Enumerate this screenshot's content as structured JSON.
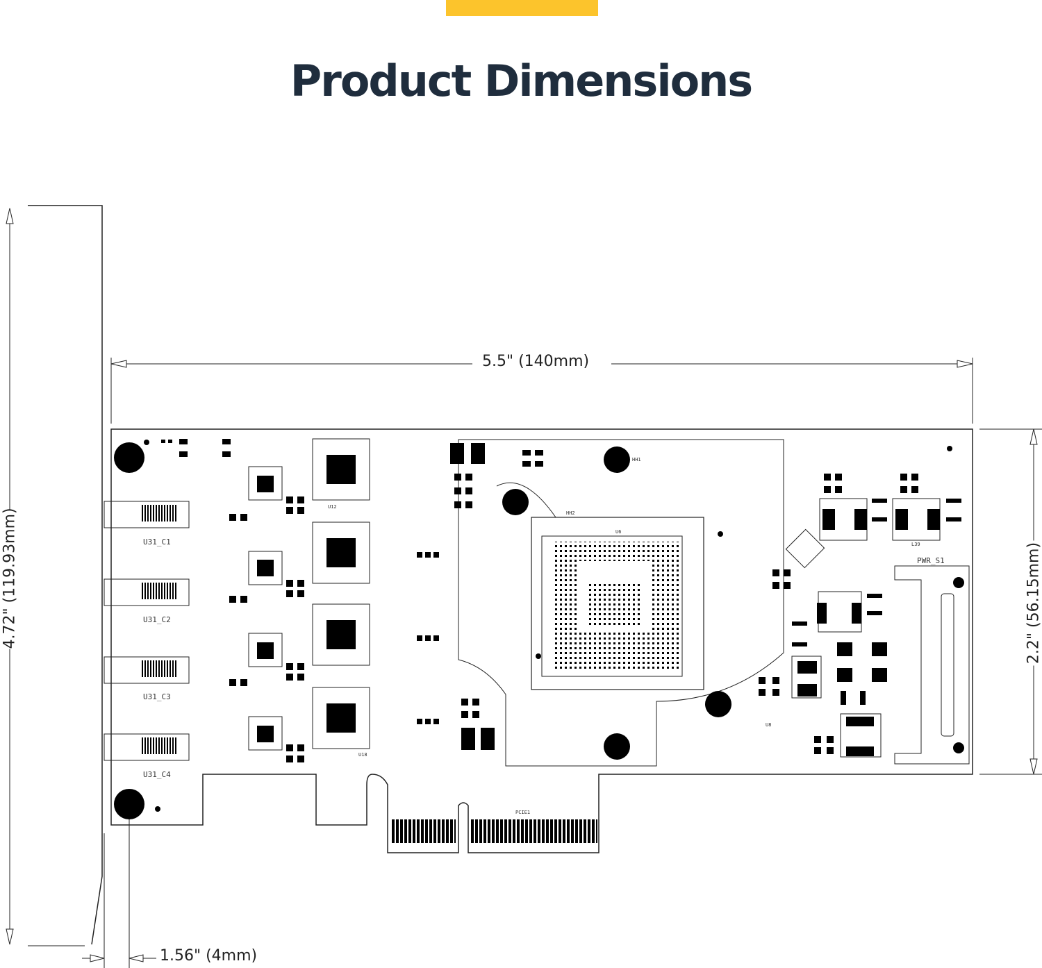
{
  "accent_color": "#fcc42c",
  "title": "Product Dimensions",
  "dimensions": {
    "width": "5.5\" (140mm)",
    "height_bracket": "4.72\" (119.93mm)",
    "height_board": "2.2\" (56.15mm)",
    "bracket_offset": "1.56\" (4mm)"
  },
  "board": {
    "ports": [
      "U31_C1",
      "U31_C2",
      "U31_C3",
      "U31_C4"
    ],
    "connector_label": "PWR_S1",
    "edge_label": "PCIE1",
    "chip_labels": [
      "U6",
      "HH1",
      "HH2",
      "L39",
      "U12",
      "U8",
      "U18"
    ]
  }
}
